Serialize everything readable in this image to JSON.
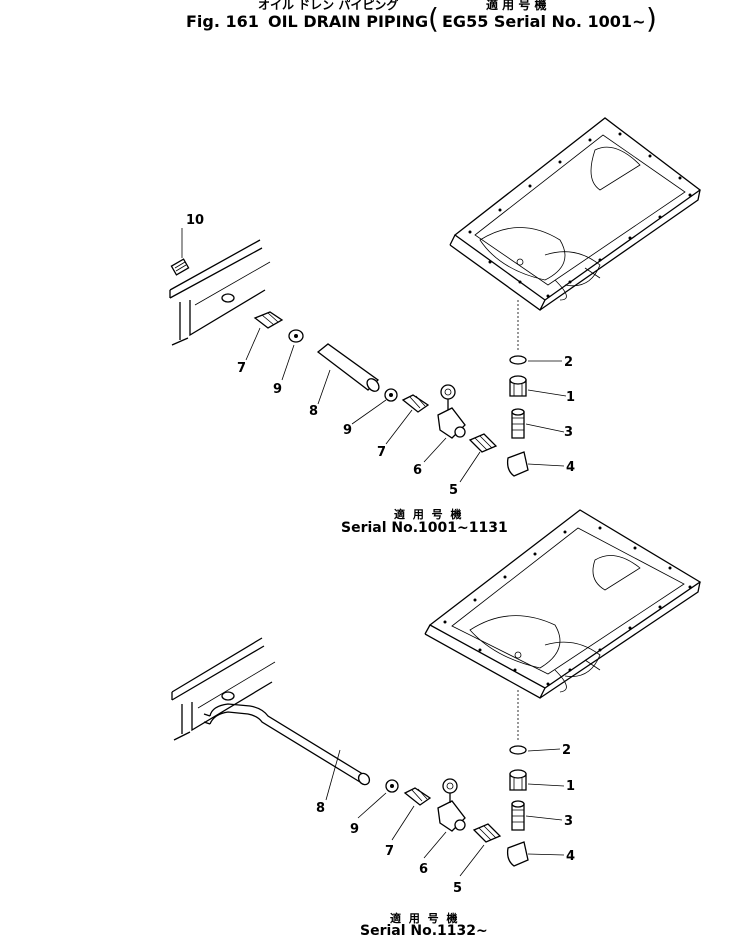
{
  "header": {
    "title_jp": "オイル ドレン パイピング",
    "fig": "Fig. 161",
    "title": "OIL DRAIN PIPING",
    "applicable_jp": "適 用 号 機",
    "model_open": "(",
    "model": "EG55 Serial No. 1001~",
    "model_close": ")"
  },
  "upper_view": {
    "serial_jp": "適 用 号 機",
    "serial": "Serial No.1001~1131",
    "callouts": [
      "10",
      "7",
      "9",
      "8",
      "9",
      "7",
      "6",
      "5",
      "2",
      "1",
      "3",
      "4"
    ]
  },
  "lower_view": {
    "serial_jp": "適 用 号 機",
    "serial": "Serial No.1132~",
    "callouts": [
      "8",
      "9",
      "7",
      "6",
      "5",
      "2",
      "1",
      "3",
      "4"
    ]
  }
}
